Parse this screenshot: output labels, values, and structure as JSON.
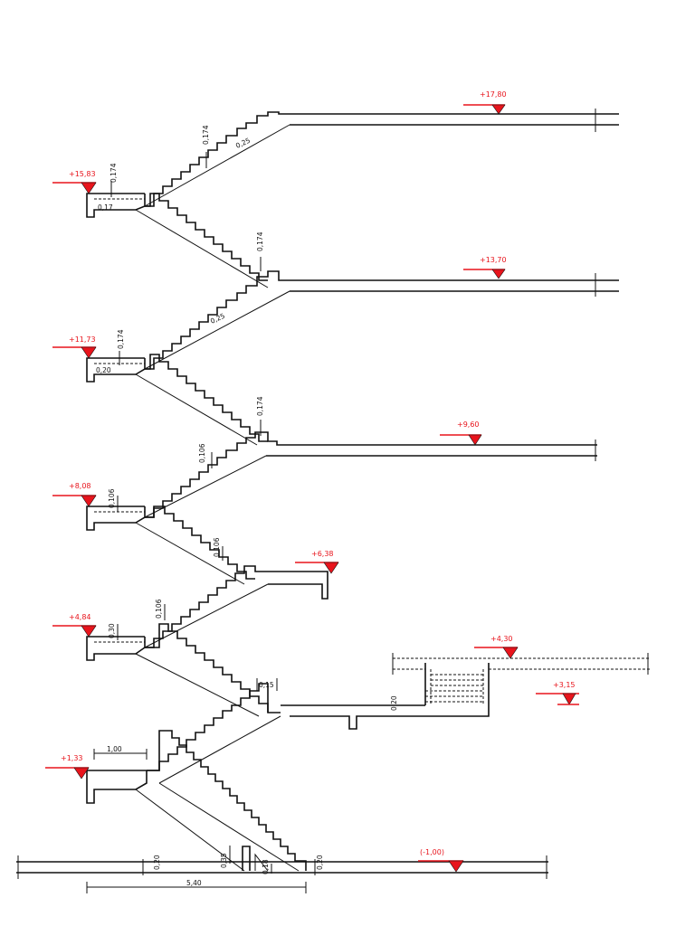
{
  "levels": {
    "l1780": "+17,80",
    "l1583": "+15,83",
    "l1370": "+13,70",
    "l1173": "+11,73",
    "l960": "+9,60",
    "l808": "+8,08",
    "l638": "+6,38",
    "l484": "+4,84",
    "l430": "+4,30",
    "l315": "+3,15",
    "l133": "+1,33",
    "lm100": "(-1,00)"
  },
  "dims": {
    "d_1p00": "1,00",
    "d_5p40": "5,40",
    "d_0p20": "0,20",
    "d_0p174": "0,174",
    "d_0p25": "0,25",
    "d_0p20b": "0,20",
    "d_0p106": "0,106",
    "d_0p30": "0,30",
    "d_0p17": "0,17",
    "d_0p15": "0,15",
    "d_0p35": "0,35",
    "d_0p18": "0,18"
  }
}
